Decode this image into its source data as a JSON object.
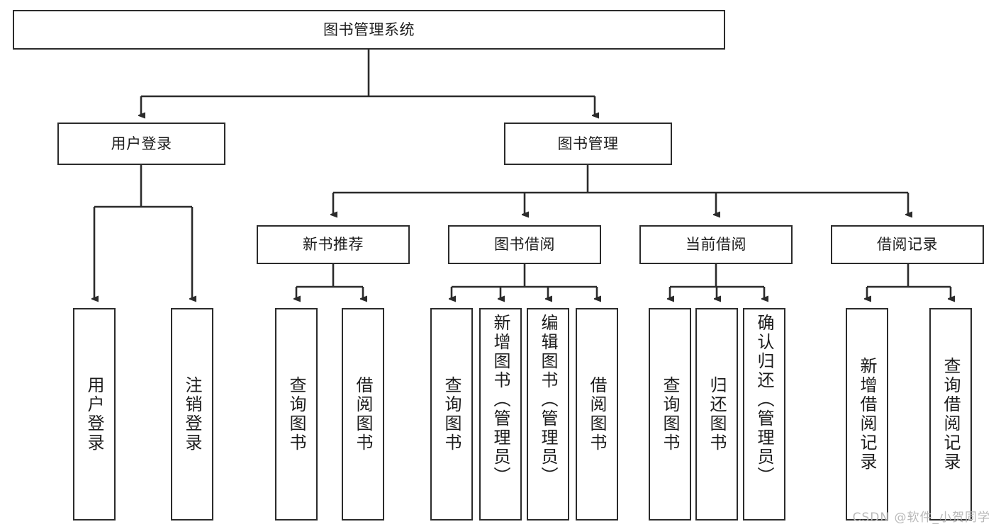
{
  "diagram": {
    "title": "图书管理系统",
    "type": "tree",
    "watermark": "CSDN @软件_小贺同学",
    "colors": {
      "stroke": "#2b2b2b",
      "fill": "#ffffff",
      "text": "#1c1c1c",
      "watermark": "#b9b9b9"
    },
    "nodes": {
      "root": {
        "label": "图书管理系统"
      },
      "level1": [
        {
          "id": "user-login",
          "label": "用户登录"
        },
        {
          "id": "book-manage",
          "label": "图书管理"
        }
      ],
      "level2": [
        {
          "id": "new-book-recommend",
          "label": "新书推荐"
        },
        {
          "id": "book-borrow",
          "label": "图书借阅"
        },
        {
          "id": "current-borrow",
          "label": "当前借阅"
        },
        {
          "id": "borrow-record",
          "label": "借阅记录"
        }
      ],
      "leaves": {
        "user-login": [
          {
            "id": "leaf-user-login",
            "label": "用户登录"
          },
          {
            "id": "leaf-logout-login",
            "label": "注销登录"
          }
        ],
        "new-book-recommend": [
          {
            "id": "leaf-query-book-1",
            "label": "查询图书"
          },
          {
            "id": "leaf-borrow-book-1",
            "label": "借阅图书"
          }
        ],
        "book-borrow": [
          {
            "id": "leaf-query-book-2",
            "label": "查询图书"
          },
          {
            "id": "leaf-add-book-admin",
            "label": "新增图书（管理员）"
          },
          {
            "id": "leaf-edit-book-admin",
            "label": "编辑图书（管理员）"
          },
          {
            "id": "leaf-borrow-book-2",
            "label": "借阅图书"
          }
        ],
        "current-borrow": [
          {
            "id": "leaf-query-book-3",
            "label": "查询图书"
          },
          {
            "id": "leaf-return-book",
            "label": "归还图书"
          },
          {
            "id": "leaf-confirm-return-admin",
            "label": "确认归还（管理员）"
          }
        ],
        "borrow-record": [
          {
            "id": "leaf-add-borrow-record",
            "label": "新增借阅记录"
          },
          {
            "id": "leaf-query-borrow-record",
            "label": "查询借阅记录"
          }
        ]
      }
    }
  }
}
